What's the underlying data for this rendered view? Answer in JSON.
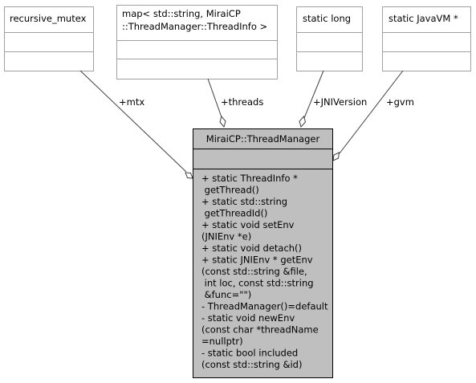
{
  "main_class": {
    "title": "MiraiCP::ThreadManager",
    "methods": [
      "+ static ThreadInfo *",
      " getThread()",
      "+ static std::string",
      " getThreadId()",
      "+ static void setEnv",
      "(JNIEnv *e)",
      "+ static void detach()",
      "+ static JNIEnv * getEnv",
      "(const std::string &file,",
      " int loc, const std::string",
      " &func=\"\")",
      "- ThreadManager()=default",
      "- static void newEnv",
      "(const char *threadName",
      "=nullptr)",
      "- static bool included",
      "(const std::string &id)"
    ]
  },
  "related_classes": [
    {
      "title_lines": [
        "recursive_mutex"
      ],
      "relation_label": "+mtx"
    },
    {
      "title_lines": [
        "map< std::string, MiraiCP",
        "::ThreadManager::ThreadInfo >"
      ],
      "relation_label": "+threads"
    },
    {
      "title_lines": [
        "static long"
      ],
      "relation_label": "+JNIVersion"
    },
    {
      "title_lines": [
        "static JavaVM *"
      ],
      "relation_label": "+gvm"
    }
  ],
  "colors": {
    "main_fill": "#bfbfbf",
    "box_border_main": "#000000",
    "box_border_related": "#a0a0a0",
    "edge": "#404040"
  }
}
